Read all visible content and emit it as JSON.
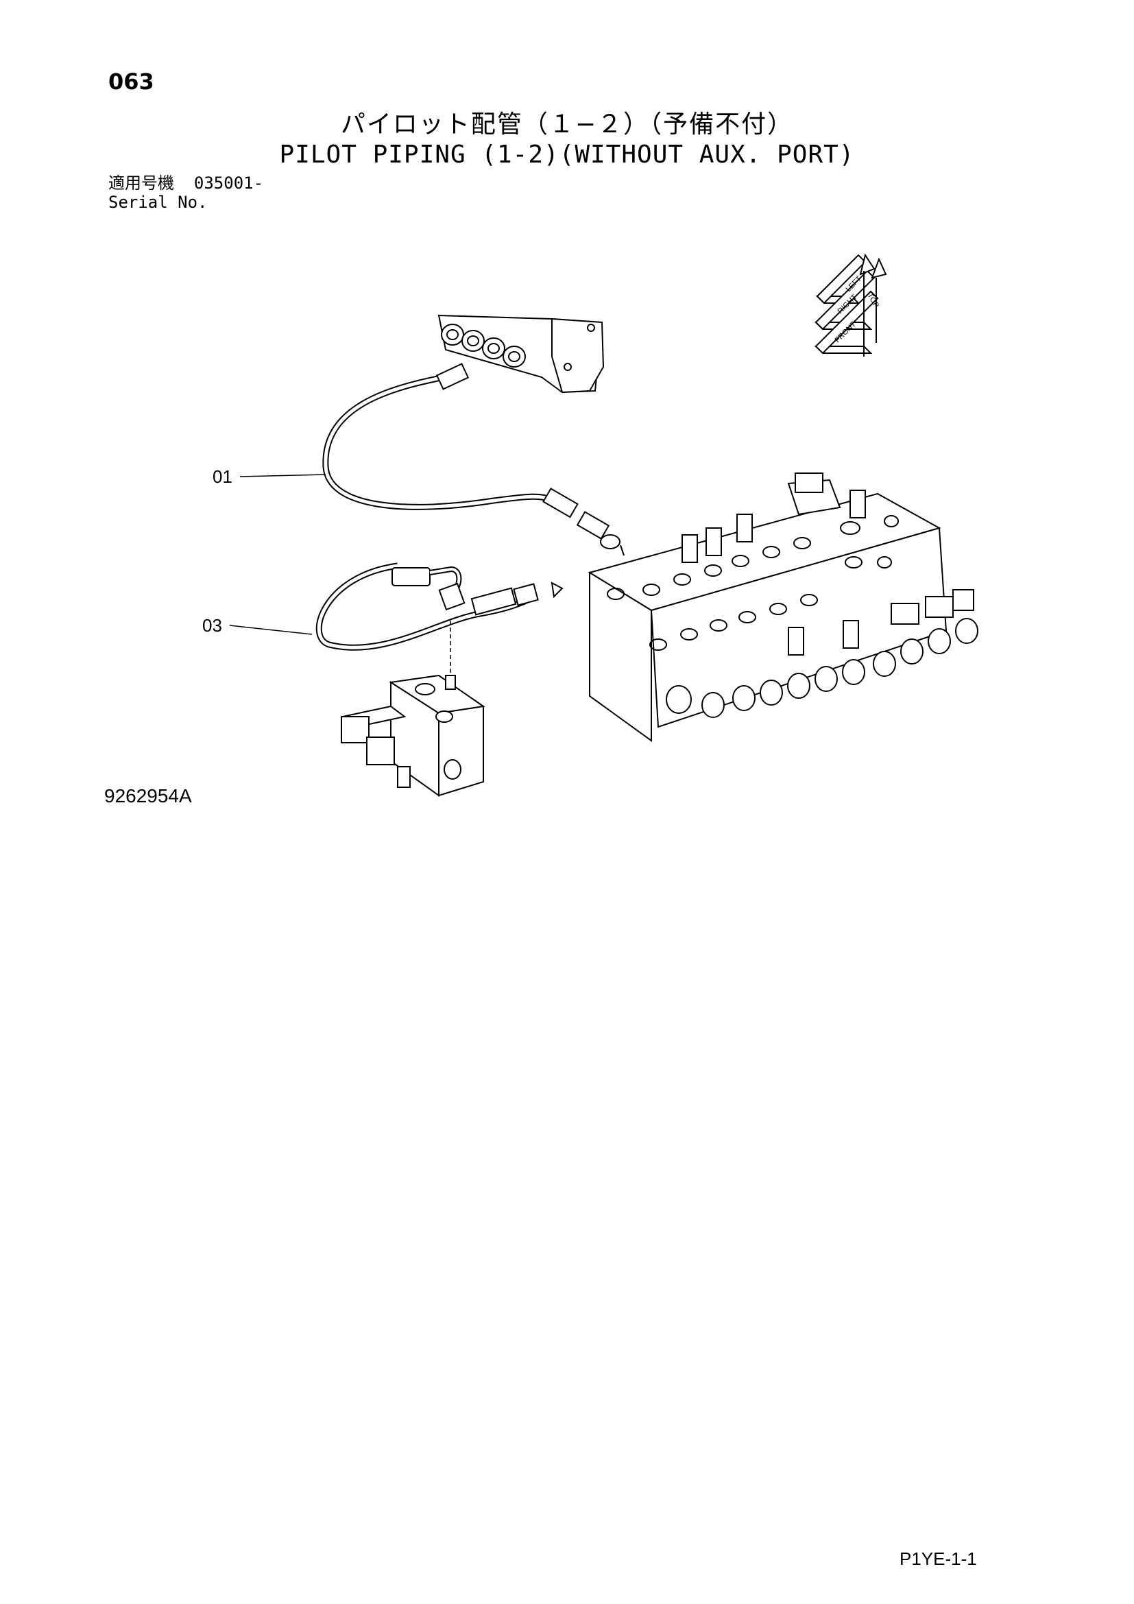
{
  "page_number": "063",
  "title_jp": "パイロット配管（１−２）（予備不付）",
  "title_en": "PILOT PIPING (1-2)(WITHOUT AUX. PORT)",
  "serial": {
    "label_jp": "適用号機",
    "value": "035001-",
    "label_en": "Serial No."
  },
  "callouts": [
    "01",
    "03"
  ],
  "orientation": {
    "top": "TOP",
    "left": "LEFT",
    "right": "RIGHT",
    "front": "FRONT"
  },
  "drawing_number": "9262954A",
  "page_ref": "P1YE-1-1"
}
